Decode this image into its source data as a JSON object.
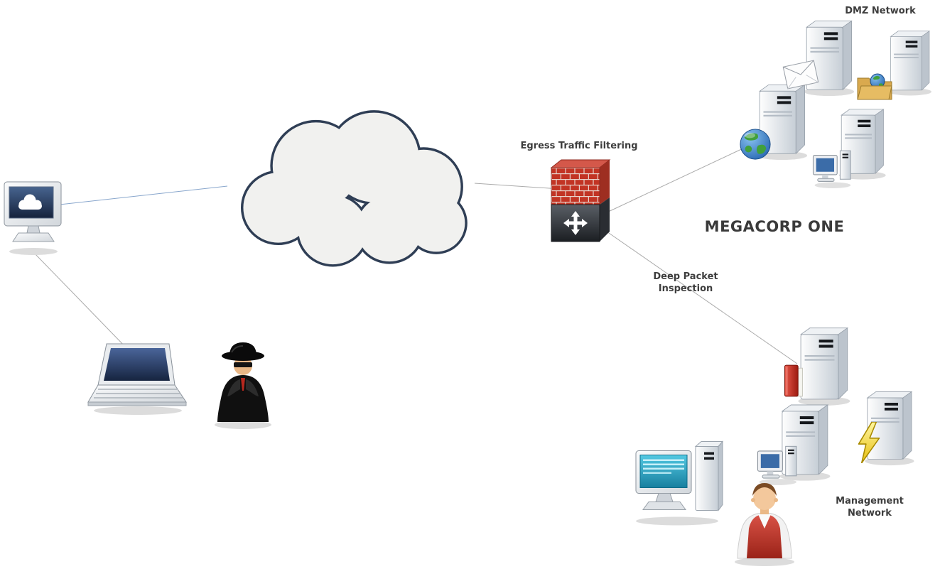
{
  "diagram": {
    "title": "MEGACORP ONE",
    "labels": {
      "dmz_network": "DMZ Network",
      "egress_filtering": "Egress Traffic Filtering",
      "megacorp": "MEGACORP ONE",
      "deep_packet_inspection": "Deep Packet Inspection",
      "management_network": "Management Network"
    },
    "nodes": [
      {
        "id": "attacker-monitor",
        "icon": "monitor-cloud-icon",
        "zone": "internet"
      },
      {
        "id": "internet-cloud",
        "icon": "cloud-icon",
        "zone": "internet"
      },
      {
        "id": "attacker-laptop",
        "icon": "laptop-icon",
        "zone": "internet"
      },
      {
        "id": "attacker-spy",
        "icon": "spy-icon",
        "zone": "internet"
      },
      {
        "id": "egress-firewall",
        "icon": "firewall-icon",
        "label": "Egress Traffic Filtering"
      },
      {
        "id": "dmz-mail-server",
        "icon": "server-mail-icon",
        "zone": "dmz"
      },
      {
        "id": "dmz-server-2",
        "icon": "server-icon",
        "zone": "dmz"
      },
      {
        "id": "dmz-web-server",
        "icon": "server-globe-icon",
        "zone": "dmz"
      },
      {
        "id": "dmz-file-server",
        "icon": "folder-globe-icon",
        "zone": "dmz"
      },
      {
        "id": "dmz-terminal-server",
        "icon": "server-workstation-icon",
        "zone": "dmz"
      },
      {
        "id": "mgmt-log-server",
        "icon": "server-book-icon",
        "zone": "management"
      },
      {
        "id": "mgmt-terminal-server",
        "icon": "server-workstation-icon",
        "zone": "management"
      },
      {
        "id": "mgmt-power-server",
        "icon": "server-bolt-icon",
        "zone": "management"
      },
      {
        "id": "mgmt-console",
        "icon": "workstation-icon",
        "zone": "management"
      },
      {
        "id": "mgmt-admin",
        "icon": "admin-person-icon",
        "zone": "management"
      }
    ],
    "connections": [
      {
        "from": "attacker-monitor",
        "to": "internet-cloud",
        "color": "#88a6cc"
      },
      {
        "from": "attacker-monitor",
        "to": "attacker-laptop",
        "color": "#aaaaaa"
      },
      {
        "from": "internet-cloud",
        "to": "egress-firewall",
        "color": "#aaaaaa"
      },
      {
        "from": "egress-firewall",
        "to": "dmz-network",
        "color": "#aaaaaa"
      },
      {
        "from": "egress-firewall",
        "to": "management-network",
        "color": "#aaaaaa"
      }
    ],
    "colors": {
      "background": "#ffffff",
      "label_text": "#3d3d3d",
      "cloud_fill": "#f1f1ef",
      "cloud_stroke": "#2f3e55",
      "firewall_brick": "#c23424",
      "firewall_base": "#2a2d32"
    }
  }
}
